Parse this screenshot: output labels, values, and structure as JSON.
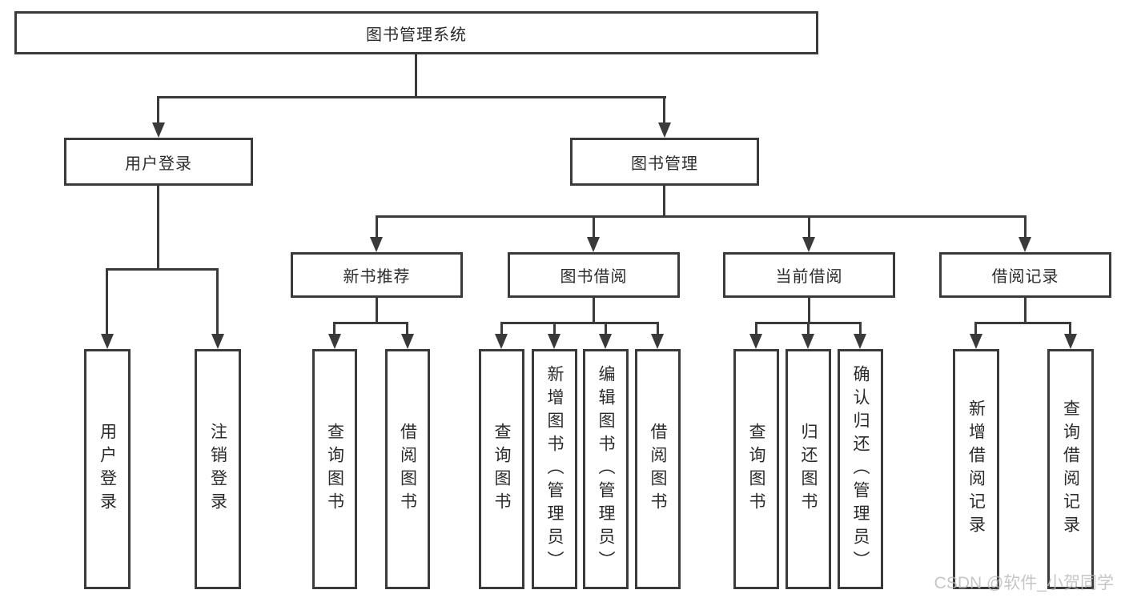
{
  "diagram": {
    "tree": {
      "label": "图书管理系统",
      "children": [
        {
          "label": "用户登录",
          "children": [
            {
              "label": "用户登录"
            },
            {
              "label": "注销登录"
            }
          ]
        },
        {
          "label": "图书管理",
          "children": [
            {
              "label": "新书推荐",
              "children": [
                {
                  "label": "查询图书"
                },
                {
                  "label": "借阅图书"
                }
              ]
            },
            {
              "label": "图书借阅",
              "children": [
                {
                  "label": "查询图书"
                },
                {
                  "label": "新增图书（管理员）"
                },
                {
                  "label": "编辑图书（管理员）"
                },
                {
                  "label": "借阅图书"
                }
              ]
            },
            {
              "label": "当前借阅",
              "children": [
                {
                  "label": "查询图书"
                },
                {
                  "label": "归还图书"
                },
                {
                  "label": "确认归还（管理员）"
                }
              ]
            },
            {
              "label": "借阅记录",
              "children": [
                {
                  "label": "新增借阅记录"
                },
                {
                  "label": "查询借阅记录"
                }
              ]
            }
          ]
        }
      ]
    },
    "colors": {
      "line": "#3a3a3a",
      "text": "#2b2b2b",
      "background": "#ffffff",
      "watermark": "#b8b8b8"
    }
  },
  "watermark": {
    "text": "CSDN @软件_小贺同学"
  }
}
